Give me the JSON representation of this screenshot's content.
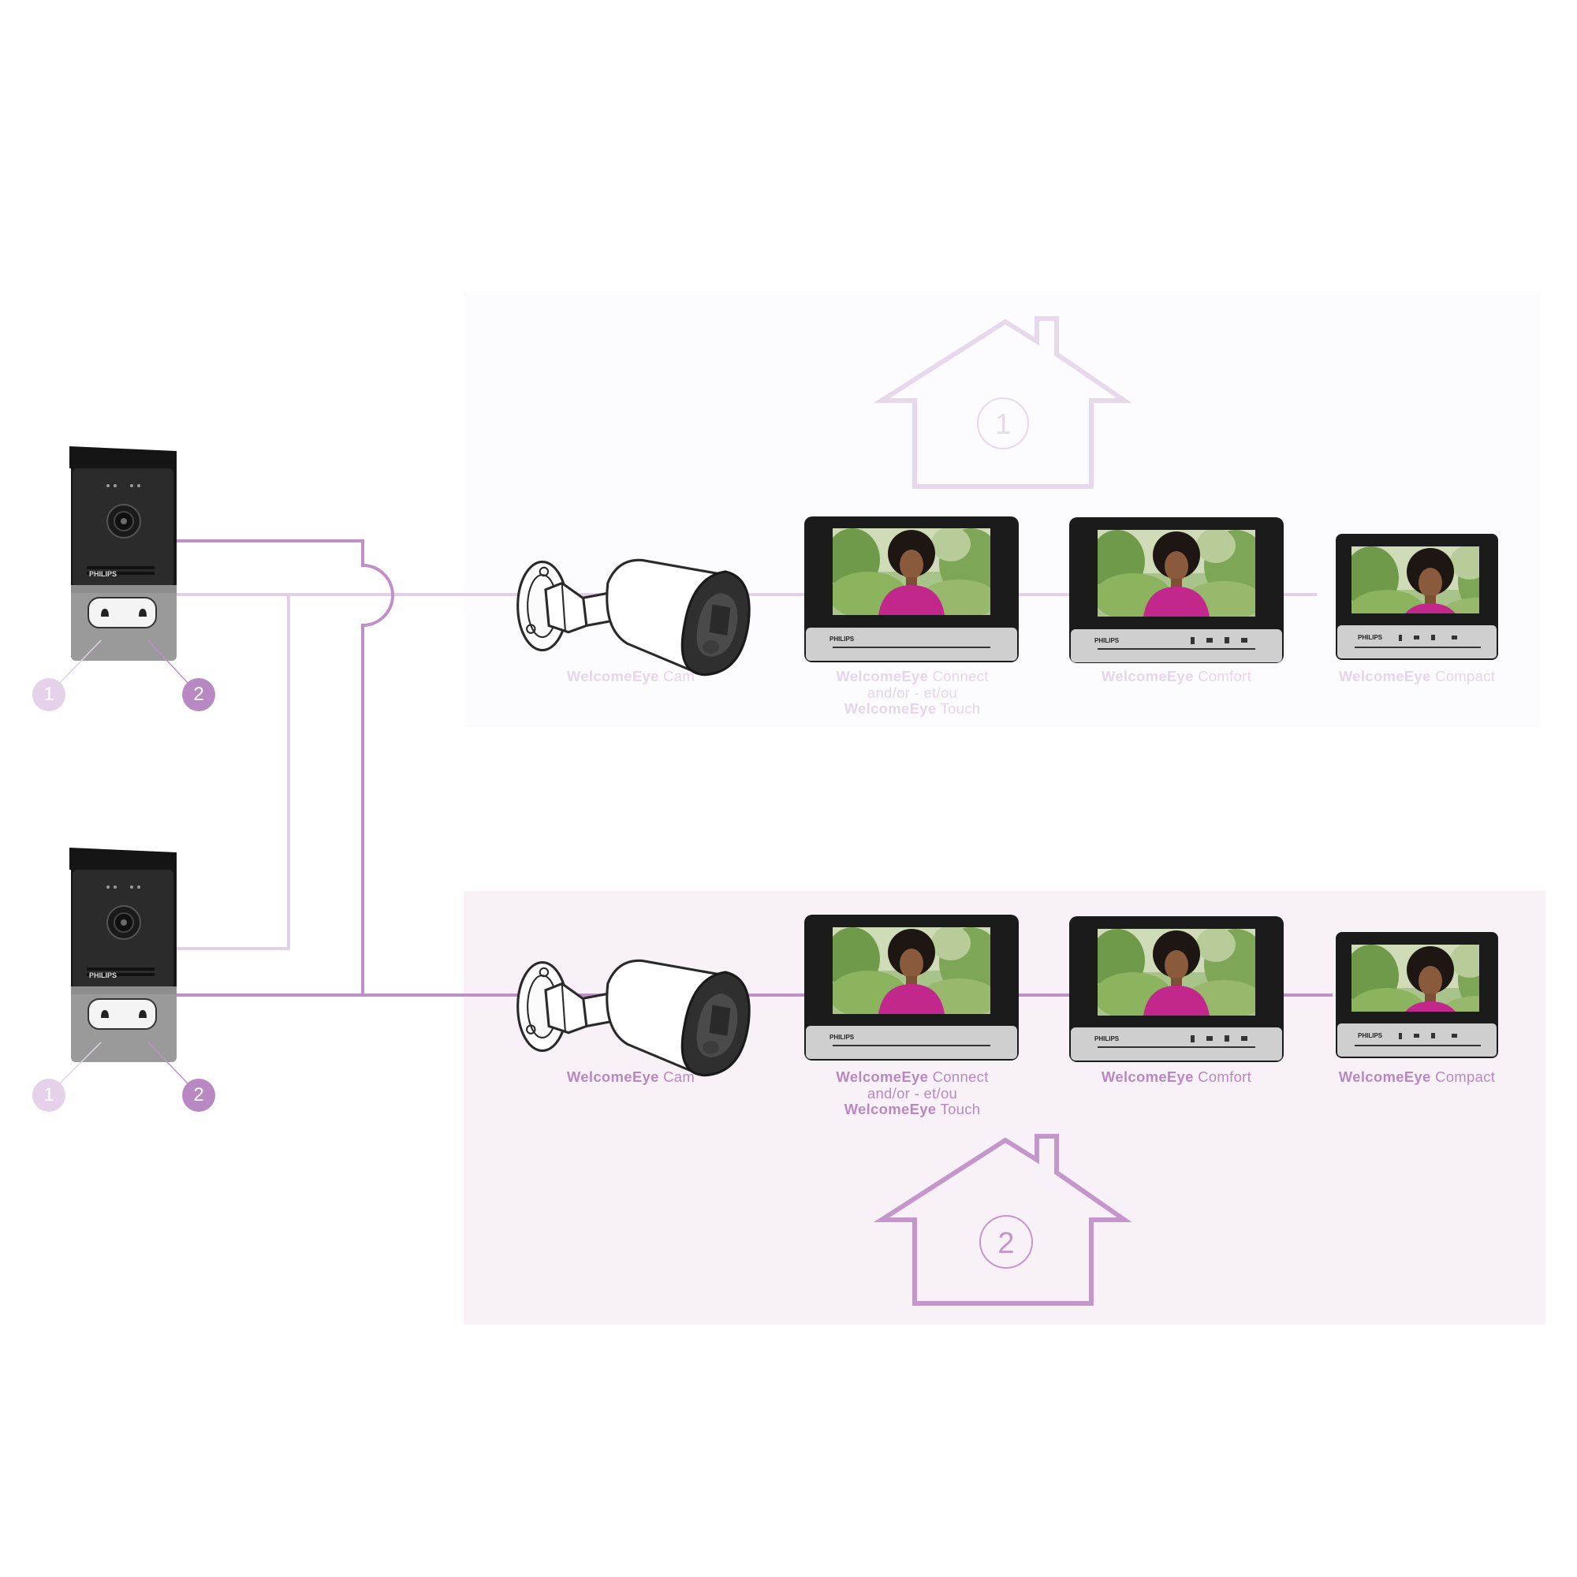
{
  "colors": {
    "wire_light": "#e3cfe8",
    "wire_dark": "#c08fc9",
    "zone1_bg": "#fcfbfd",
    "zone2_bg": "#f8f1f7",
    "house1": "#e8d8ee",
    "house2": "#c496cc",
    "caption1": "#e6d6ec",
    "caption2": "#b988c2"
  },
  "houses": [
    {
      "number": "1"
    },
    {
      "number": "2"
    }
  ],
  "outdoor_panels": [
    {
      "brand": "PHILIPS",
      "buttons": [
        {
          "number": "1"
        },
        {
          "number": "2"
        }
      ]
    },
    {
      "brand": "PHILIPS",
      "buttons": [
        {
          "number": "1"
        },
        {
          "number": "2"
        }
      ]
    }
  ],
  "zones": [
    {
      "camera": {
        "brand": "WelcomeEye",
        "model": "Cam"
      },
      "connect": {
        "brand": "WelcomeEye",
        "model": "Connect",
        "joiner": "and/or - et/ou",
        "brand2": "WelcomeEye",
        "model2": "Touch",
        "label": "PHILIPS"
      },
      "comfort": {
        "brand": "WelcomeEye",
        "model": "Comfort",
        "label": "PHILIPS"
      },
      "compact": {
        "brand": "WelcomeEye",
        "model": "Compact",
        "label": "PHILIPS"
      }
    },
    {
      "camera": {
        "brand": "WelcomeEye",
        "model": "Cam"
      },
      "connect": {
        "brand": "WelcomeEye",
        "model": "Connect",
        "joiner": "and/or - et/ou",
        "brand2": "WelcomeEye",
        "model2": "Touch",
        "label": "PHILIPS"
      },
      "comfort": {
        "brand": "WelcomeEye",
        "model": "Comfort",
        "label": "PHILIPS"
      },
      "compact": {
        "brand": "WelcomeEye",
        "model": "Compact",
        "label": "PHILIPS"
      }
    }
  ]
}
